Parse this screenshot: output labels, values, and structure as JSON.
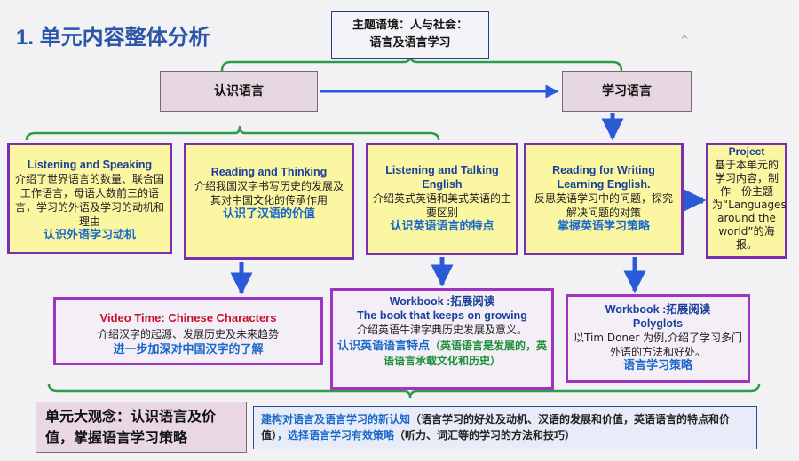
{
  "title": "1. 单元内容整体分析",
  "theme": {
    "line1": "主题语境：人与社会：",
    "line2": "语言及语言学习"
  },
  "flow": {
    "left": "认识语言",
    "right": "学习语言"
  },
  "cards": [
    {
      "heading": "Listening and Speaking",
      "body": "介绍了世界语言的数量、联合国工作语言，母语人数前三的语言，学习的外语及学习的动机和理由",
      "key": "认识外语学习动机"
    },
    {
      "heading": "Reading and Thinking",
      "body": "介绍我国汉字书写历史的发展及其对中国文化的传承作用",
      "key": "认识了汉语的价值"
    },
    {
      "heading": "Listening and Talking English",
      "body": "介绍英式英语和美式英语的主要区别",
      "key": "认识英语语言的特点"
    },
    {
      "heading": "Reading for Writing Learning English.",
      "body": "反思英语学习中的问题，探究解决问题的对策",
      "key": "掌握英语学习策略"
    },
    {
      "heading": "Project",
      "body": "基于本单元的学习内容，制作一份主题为“Languages around the world”的海报。"
    }
  ],
  "video": {
    "heading": "Video Time:  Chinese Characters",
    "body": "介绍汉字的起源、发展历史及未来趋势",
    "key": "进一步加深对中国汉字的了解"
  },
  "workbook1": {
    "label": "Workbook :拓展阅读",
    "title": "The book that keeps on growing",
    "body": "介绍英语牛津字典历史发展及意义。",
    "key": "认识英语语言特点",
    "note": "（英语语言是发展的，英语语言承载文化和历史）"
  },
  "workbook2": {
    "label": "Workbook :拓展阅读",
    "title": "Polyglots",
    "body": "以Tim Doner 为例,介绍了学习多门外语的方法和好处。",
    "key": "语言学习策略"
  },
  "summary": {
    "label": "单元大观念：认识语言及价值，掌握语言学习策略"
  },
  "summary_detail": {
    "part1": "建构对语言及语言学习的新认知",
    "part2": "（语言学习的好处及动机、汉语的发展和价值，英语语言的特点和价值）",
    "part3": "，选择语言学习有效策略",
    "part4": "（听力、词汇等的学习的方法和技巧）"
  },
  "colors": {
    "arrow": "#2a5bd7",
    "bracket": "#2f9a4a",
    "card_border": "#7b2fb0",
    "card_fill": "#fbf6a2"
  },
  "icons": {
    "collapse": "chevron-up-icon"
  }
}
